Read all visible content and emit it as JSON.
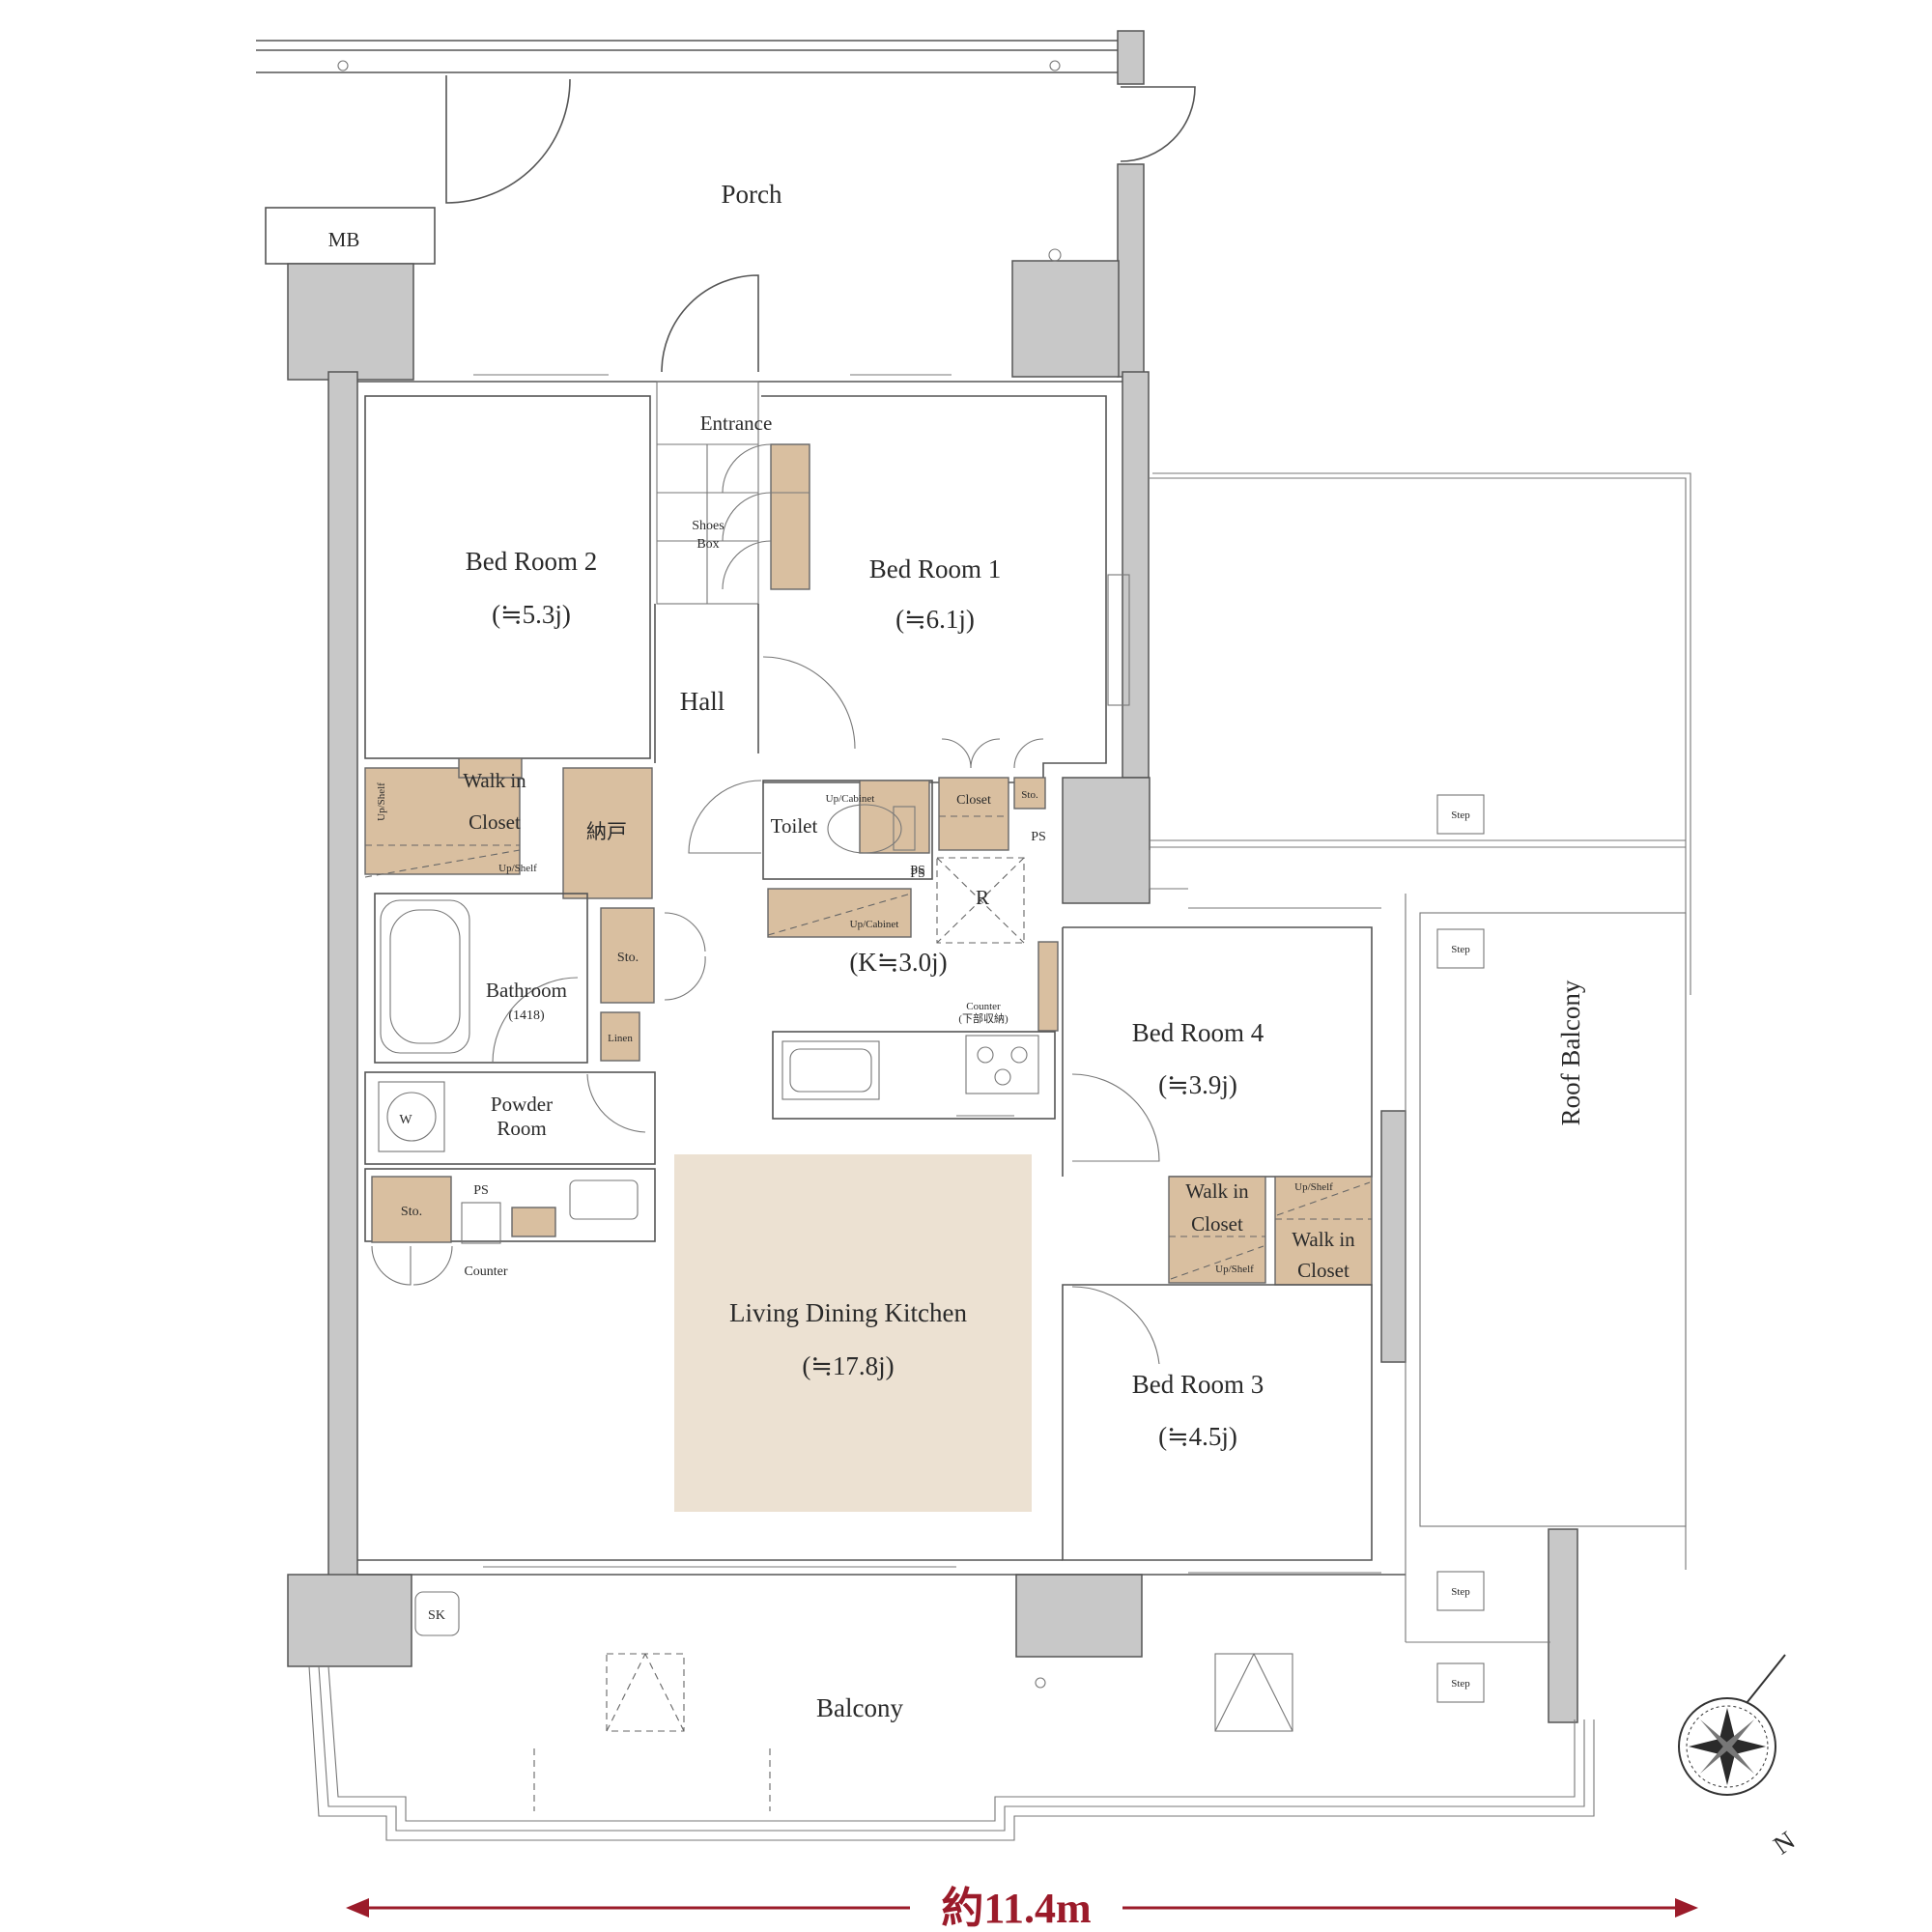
{
  "colors": {
    "wall": "#c8c8c8",
    "storage": "#d9bfa0",
    "ldk_highlight": "#ece1d2",
    "dimension": "#9b1b2a",
    "line": "#555555"
  },
  "rooms": {
    "porch": "Porch",
    "mb": "MB",
    "entrance": "Entrance",
    "shoes_box_1": "Shoes",
    "shoes_box_2": "Box",
    "hall": "Hall",
    "bed2_name": "Bed Room 2",
    "bed2_size": "(≒5.3j)",
    "bed1_name": "Bed Room 1",
    "bed1_size": "(≒6.1j)",
    "bed4_name": "Bed Room 4",
    "bed4_size": "(≒3.9j)",
    "bed3_name": "Bed Room 3",
    "bed3_size": "(≒4.5j)",
    "ldk_name": "Living Dining Kitchen",
    "ldk_size": "(≒17.8j)",
    "kitchen_size": "(K≒3.0j)",
    "toilet": "Toilet",
    "bathroom": "Bathroom",
    "bathroom_size": "(1418)",
    "powder_1": "Powder",
    "powder_2": "Room",
    "nando": "納戸",
    "wic_a_1": "Walk in",
    "wic_a_2": "Closet",
    "wic_b_1": "Walk in",
    "wic_b_2": "Closet",
    "wic_c_1": "Walk in",
    "wic_c_2": "Closet",
    "closet": "Closet",
    "sto_1": "Sto.",
    "sto_2": "Sto.",
    "sto_3": "Sto.",
    "linen": "Linen",
    "counter_1": "Counter",
    "counter_2": "(下部収納)",
    "counter_3": "Counter",
    "ps_1": "PS",
    "ps_2": "PS",
    "ps_3": "PS",
    "r": "R",
    "w": "W",
    "sk": "SK",
    "up_cabinet_1": "Up/Cabinet",
    "up_cabinet_2": "Up/Cabinet",
    "up_shelf_1": "Up/Shelf",
    "up_shelf_2": "Up/Shelf",
    "up_shelf_3": "Up/Shelf",
    "up_shelf_4": "Up/Shelf",
    "balcony": "Balcony",
    "roof_balcony": "Roof Balcony",
    "step_1": "Step",
    "step_2": "Step",
    "step_3": "Step",
    "step_4": "Step"
  },
  "compass": {
    "north": "N"
  },
  "dimension": {
    "label": "約11.4m"
  }
}
